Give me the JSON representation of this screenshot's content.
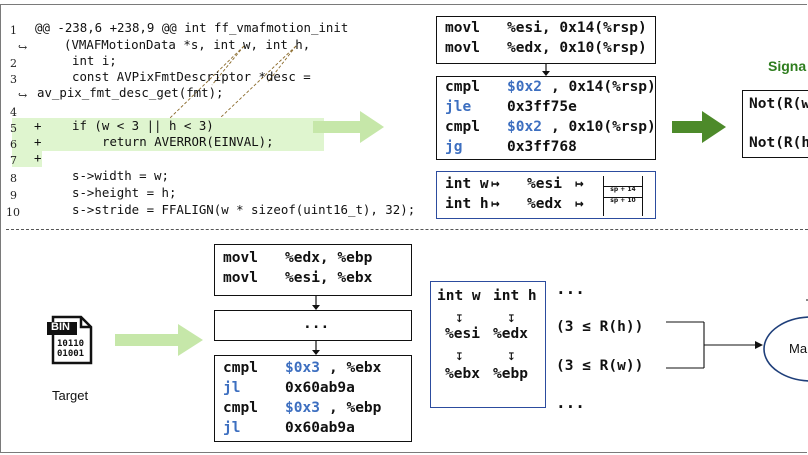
{
  "diff": {
    "hunk_prefix": "@@ -238,6 +238,9 @@ ",
    "hunk_rest": "int ff_vmafmotion_init",
    "lines": [
      {
        "num": "1",
        "marker": "",
        "text": "@@ -238,6 +238,9 @@ int ff_vmafmotion_init"
      },
      {
        "num": "",
        "marker": "↪",
        "text": "(VMAFMotionData *s, int w, int h,"
      },
      {
        "num": "2",
        "marker": "",
        "text": "int i;"
      },
      {
        "num": "3",
        "marker": "",
        "text": "const AVPixFmtDescriptor *desc ="
      },
      {
        "num": "",
        "marker": "↪",
        "text": "av_pix_fmt_desc_get(fmt);"
      },
      {
        "num": "4",
        "marker": "",
        "text": ""
      },
      {
        "num": "5",
        "marker": "+",
        "text": "if (w < 3 || h < 3)"
      },
      {
        "num": "6",
        "marker": "+",
        "text": "return AVERROR(EINVAL);"
      },
      {
        "num": "7",
        "marker": "+",
        "text": ""
      },
      {
        "num": "8",
        "marker": "",
        "text": "s->width = w;"
      },
      {
        "num": "9",
        "marker": "",
        "text": "s->height = h;"
      },
      {
        "num": "10",
        "marker": "",
        "text": "s->stride = FFALIGN(w * sizeof(uint16_t), 32);"
      }
    ]
  },
  "top_asm": {
    "box1": [
      {
        "op": "movl",
        "args": "%esi, 0x14(%rsp)"
      },
      {
        "op": "movl",
        "args": "%edx, 0x10(%rsp)"
      }
    ],
    "box2": [
      {
        "op": "cmpl",
        "imm": "$0x2",
        "args": ", 0x14(%rsp)"
      },
      {
        "op": "jle",
        "args": "0x3ff75e"
      },
      {
        "op": "cmpl",
        "imm": "$0x2",
        "args": ", 0x10(%rsp)"
      },
      {
        "op": "jg",
        "args": "0x3ff768"
      }
    ],
    "mapping": [
      {
        "var": "int w",
        "arrow": "↦",
        "reg": "%esi",
        "arrow2": "↦"
      },
      {
        "var": "int h",
        "arrow": "↦",
        "reg": "%edx",
        "arrow2": "↦"
      }
    ],
    "stack": [
      "sp + 14",
      "sp + 10"
    ]
  },
  "signature": {
    "title": "Signa",
    "lines": [
      "Not(R(w",
      "Not(R(h"
    ]
  },
  "bottom": {
    "target_badge": "BIN",
    "target_bits": [
      "10110",
      "01001"
    ],
    "target_label": "Target",
    "box1": [
      {
        "op": "movl",
        "args": "%edx, %ebp"
      },
      {
        "op": "movl",
        "args": "%esi, %ebx"
      }
    ],
    "box_mid": "...",
    "box3": [
      {
        "op": "cmpl",
        "imm": "$0x3",
        "args": ", %ebx"
      },
      {
        "op": "jl",
        "args": "0x60ab9a"
      },
      {
        "op": "cmpl",
        "imm": "$0x3",
        "args": ", %ebp"
      },
      {
        "op": "jl",
        "args": "0x60ab9a"
      }
    ],
    "mapping": {
      "header": [
        "int w",
        "int h"
      ],
      "arrow": "↧",
      "row1": [
        "%esi",
        "%edx"
      ],
      "row2": [
        "%ebx",
        "%ebp"
      ]
    },
    "ellipsis_top": "...",
    "ellipsis_bottom": "...",
    "conds": [
      "(3 ≤ R(h))",
      "(3 ≤ R(w))"
    ],
    "match_label": "Ma"
  },
  "colors": {
    "highlight": "#dff5cf",
    "light_arrow": "#c6e7a9",
    "dark_arrow": "#4d8a2a",
    "blue_text": "#3d6fc0",
    "green_title": "#2e7d1e",
    "mapping_border": "#2c4c9e"
  }
}
